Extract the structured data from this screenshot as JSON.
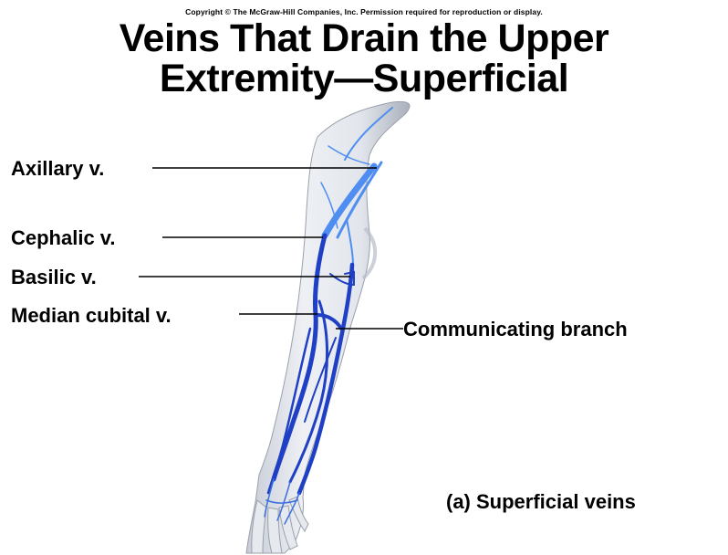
{
  "copyright": "Copyright © The McGraw-Hill Companies, Inc. Permission required for reproduction or display.",
  "title": {
    "line1": "Veins That Drain the Upper",
    "line2": "Extremity—Superficial"
  },
  "labels": {
    "axillary": "Axillary v.",
    "cephalic": "Cephalic v.",
    "basilic": "Basilic v.",
    "median_cubital": "Median cubital v.",
    "communicating": "Communicating branch"
  },
  "caption": "(a) Superficial veins",
  "colors": {
    "vein_dark": "#1f3fc4",
    "vein_light": "#4f8ef0",
    "skin": "#e9ecf1",
    "skin_shadow": "#b7bcc7"
  }
}
